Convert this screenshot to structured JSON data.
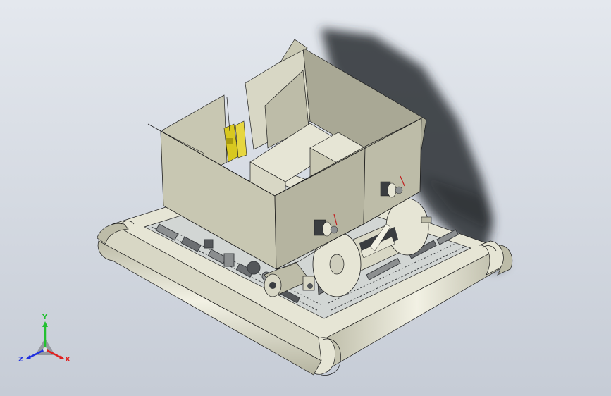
{
  "viewport": {
    "background_top": "#e4e8ee",
    "background_bottom": "#c6ccd6"
  },
  "model": {
    "colors": {
      "box": "#c8c7b2",
      "box_shade": "#a9a895",
      "box_light": "#d8d7c5",
      "frame": "#e6e5d5",
      "frame_shade": "#bdbca8",
      "rail": "#d2d6d4",
      "detail": "#3a3d40",
      "bolt": "#d8c820",
      "shadow": "#2c2f33",
      "edge": "#1c1c1c"
    }
  },
  "triad": {
    "y_label": "Y",
    "x_label": "X",
    "z_label": "Z",
    "y_color": "#22c030",
    "x_color": "#e02020",
    "z_color": "#2030e0"
  }
}
